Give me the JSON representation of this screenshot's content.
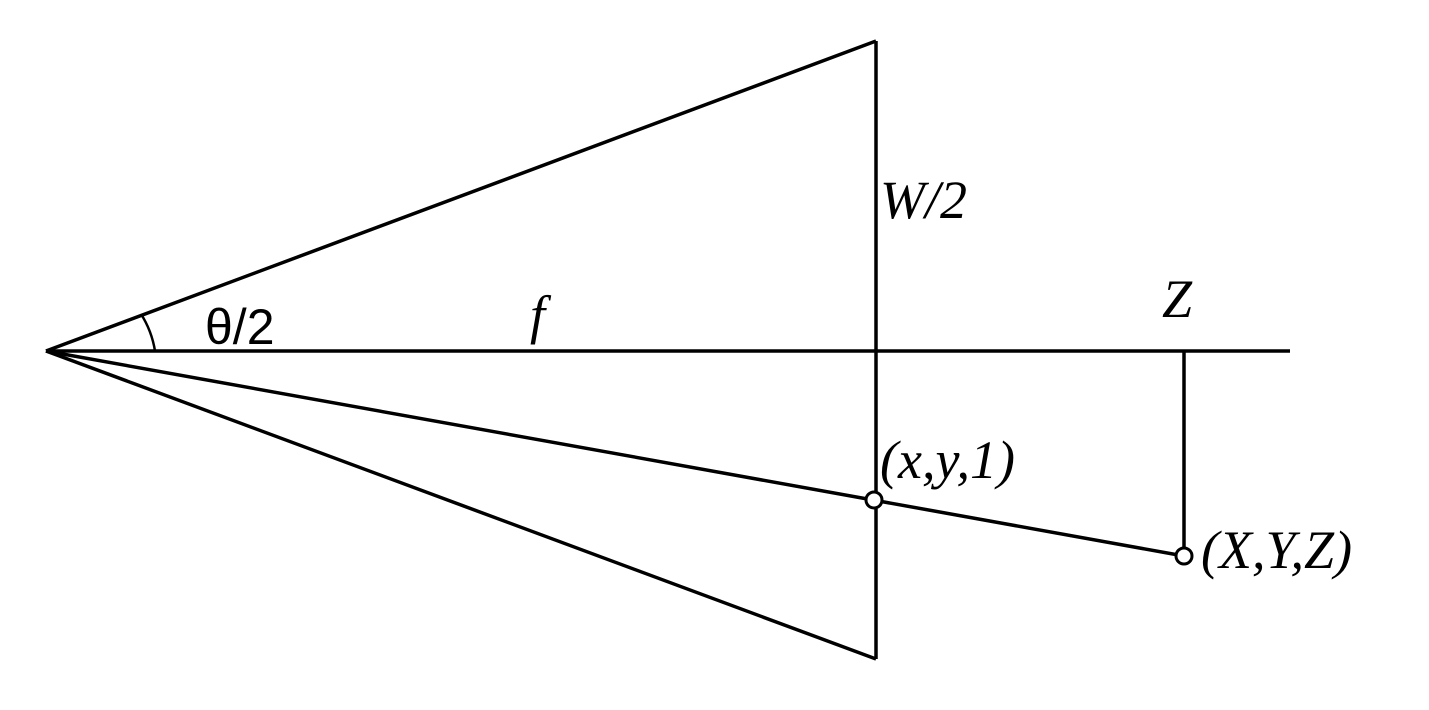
{
  "labels": {
    "angle": "θ/2",
    "focal": "f",
    "half_width": "W/2",
    "depth": "Z",
    "image_point": "(x,y,1)",
    "world_point": "(X,Y,Z)"
  }
}
